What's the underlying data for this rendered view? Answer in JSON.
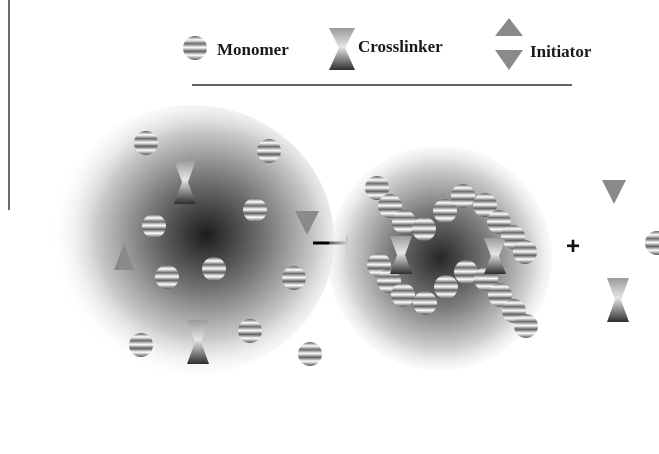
{
  "legend": {
    "monomer_label": "Monomer",
    "crosslinker_label": "Crosslinker",
    "initiator_label": "Initiator"
  },
  "reaction": {
    "operator_plus": "+"
  },
  "icons": {
    "monomer": "monomer-icon",
    "crosslinker": "crosslinker-icon",
    "initiator": "initiator-icon",
    "arrow": "reaction-arrow-icon"
  },
  "colors": {
    "halo_core": "#1c1c1c",
    "monomer_dark": "#555555",
    "initiator": "#888888",
    "arrow": "#000000"
  }
}
